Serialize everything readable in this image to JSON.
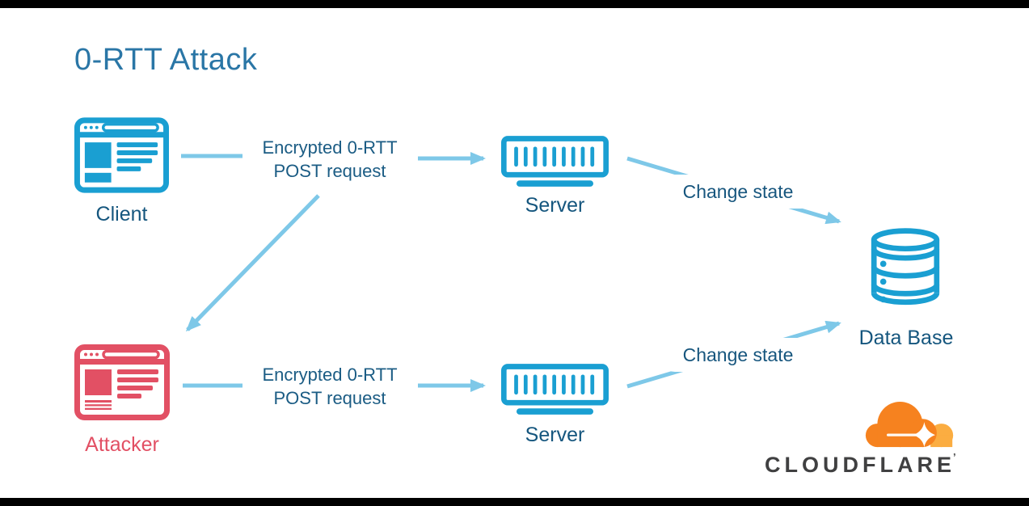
{
  "title": "0-RTT Attack",
  "colors": {
    "icon_teal": "#1a9fd2",
    "arrow_blue": "#7ec8e8",
    "text_navy": "#15567e",
    "title_blue": "#2a76a6",
    "attacker_red": "#e25064",
    "cloudflare_orange": "#f6821f",
    "cloudflare_light_orange": "#fbad41",
    "wordmark_gray": "#404041",
    "letterbox_black": "#000000"
  },
  "nodes": {
    "client": {
      "label": "Client"
    },
    "attacker": {
      "label": "Attacker"
    },
    "server_top": {
      "label": "Server"
    },
    "server_bottom": {
      "label": "Server"
    },
    "database": {
      "label": "Data Base"
    }
  },
  "messages": {
    "request_top": {
      "line1": "Encrypted 0-RTT",
      "line2": "POST request"
    },
    "request_bottom": {
      "line1": "Encrypted 0-RTT",
      "line2": "POST request"
    },
    "change_state_top": {
      "label": "Change state"
    },
    "change_state_bottom": {
      "label": "Change state"
    }
  },
  "branding": {
    "wordmark": "CLOUDFLARE",
    "trademark_mark": "’"
  }
}
